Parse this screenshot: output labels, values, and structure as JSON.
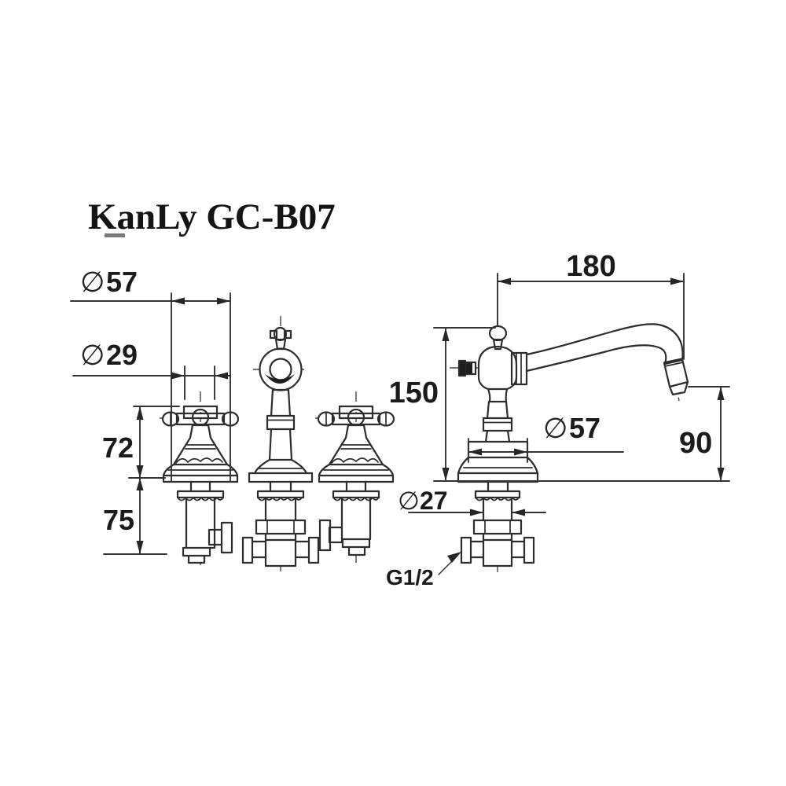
{
  "title": {
    "text": "KanLy GC-B07"
  },
  "drawing": {
    "labels": {
      "dia57_left": {
        "symbol": "∅",
        "value": "57"
      },
      "dia29": {
        "symbol": "∅",
        "value": "29"
      },
      "h72": "72",
      "h75": "75",
      "w180": "180",
      "h150": "150",
      "h90": "90",
      "dia57_right": {
        "symbol": "∅",
        "value": "57"
      },
      "dia27": {
        "symbol": "∅",
        "value": "27"
      },
      "thread": "G1/2"
    },
    "colors": {
      "line": "#2d2d2d",
      "background": "#ffffff",
      "underline": "#7a7a7a"
    }
  }
}
